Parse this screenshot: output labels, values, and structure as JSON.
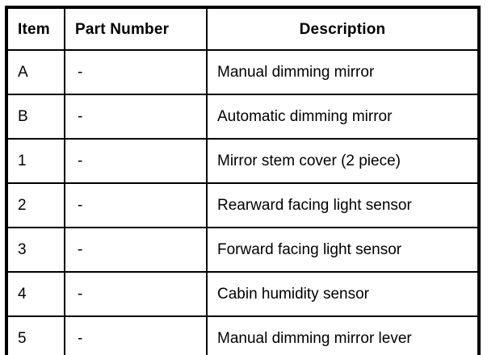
{
  "table": {
    "columns": {
      "item": "Item",
      "part_number": "Part Number",
      "description": "Description"
    },
    "rows": [
      {
        "item": "A",
        "part_number": "-",
        "description": "Manual dimming mirror"
      },
      {
        "item": "B",
        "part_number": "-",
        "description": "Automatic dimming mirror"
      },
      {
        "item": "1",
        "part_number": "-",
        "description": "Mirror stem cover (2 piece)"
      },
      {
        "item": "2",
        "part_number": "-",
        "description": "Rearward facing light sensor"
      },
      {
        "item": "3",
        "part_number": "-",
        "description": "Forward facing light sensor"
      },
      {
        "item": "4",
        "part_number": "-",
        "description": "Cabin humidity sensor"
      },
      {
        "item": "5",
        "part_number": "-",
        "description": "Manual dimming mirror lever"
      }
    ],
    "colors": {
      "border": "#000000",
      "background": "#ffffff",
      "text": "#000000"
    }
  }
}
